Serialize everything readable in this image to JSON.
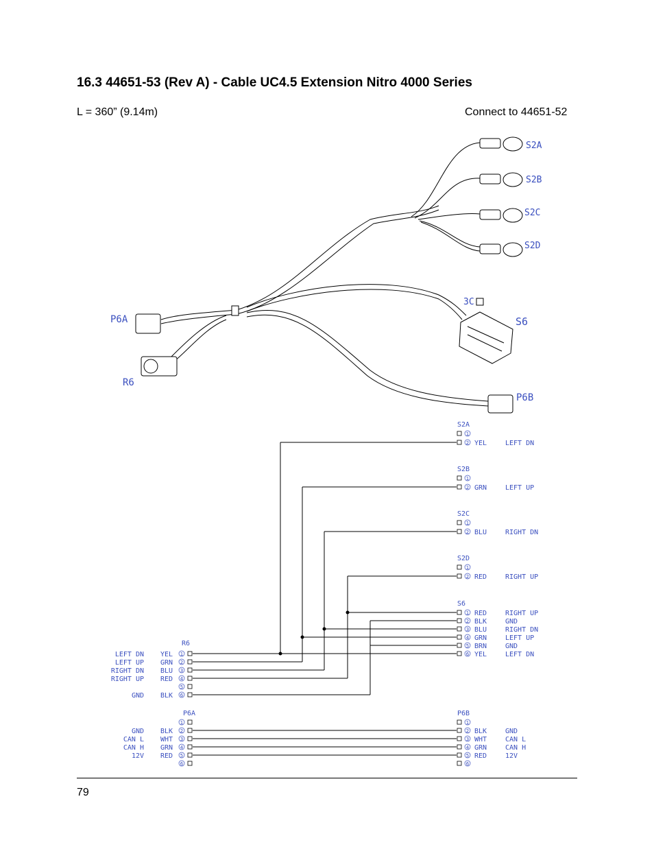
{
  "section": {
    "title": "16.3  44651-53 (Rev A) - Cable UC4.5 Extension Nitro 4000 Series"
  },
  "spec": {
    "length": "L = 360” (9.14m)",
    "connect_to": "Connect to 44651-52"
  },
  "harness": {
    "labels": [
      "S2A",
      "S2B",
      "S2C",
      "S2D",
      "S6",
      "3C",
      "P6A",
      "R6",
      "P6B"
    ]
  },
  "schematic": {
    "receivers": [
      {
        "id": "S2A",
        "pins": [
          {
            "n": "1",
            "color": "",
            "signal": ""
          },
          {
            "n": "2",
            "color": "YEL",
            "signal": "LEFT DN"
          }
        ]
      },
      {
        "id": "S2B",
        "pins": [
          {
            "n": "1",
            "color": "",
            "signal": ""
          },
          {
            "n": "2",
            "color": "GRN",
            "signal": "LEFT UP"
          }
        ]
      },
      {
        "id": "S2C",
        "pins": [
          {
            "n": "1",
            "color": "",
            "signal": ""
          },
          {
            "n": "2",
            "color": "BLU",
            "signal": "RIGHT DN"
          }
        ]
      },
      {
        "id": "S2D",
        "pins": [
          {
            "n": "1",
            "color": "",
            "signal": ""
          },
          {
            "n": "2",
            "color": "RED",
            "signal": "RIGHT UP"
          }
        ]
      }
    ],
    "s6": {
      "id": "S6",
      "pins": [
        {
          "n": "1",
          "color": "RED",
          "signal": "RIGHT UP"
        },
        {
          "n": "2",
          "color": "BLK",
          "signal": "GND"
        },
        {
          "n": "3",
          "color": "BLU",
          "signal": "RIGHT DN"
        },
        {
          "n": "4",
          "color": "GRN",
          "signal": "LEFT UP"
        },
        {
          "n": "5",
          "color": "BRN",
          "signal": "GND"
        },
        {
          "n": "6",
          "color": "YEL",
          "signal": "LEFT DN"
        }
      ]
    },
    "r6": {
      "id": "R6",
      "pins": [
        {
          "n": "1",
          "color": "YEL",
          "signal": "LEFT DN"
        },
        {
          "n": "2",
          "color": "GRN",
          "signal": "LEFT UP"
        },
        {
          "n": "3",
          "color": "BLU",
          "signal": "RIGHT DN"
        },
        {
          "n": "4",
          "color": "RED",
          "signal": "RIGHT UP"
        },
        {
          "n": "5",
          "color": "",
          "signal": ""
        },
        {
          "n": "6",
          "color": "BLK",
          "signal": "GND"
        }
      ]
    },
    "p6a": {
      "id": "P6A",
      "pins": [
        {
          "n": "1",
          "color": "",
          "signal": ""
        },
        {
          "n": "2",
          "color": "BLK",
          "signal": "GND"
        },
        {
          "n": "3",
          "color": "WHT",
          "signal": "CAN L"
        },
        {
          "n": "4",
          "color": "GRN",
          "signal": "CAN H"
        },
        {
          "n": "5",
          "color": "RED",
          "signal": "12V"
        },
        {
          "n": "6",
          "color": "",
          "signal": ""
        }
      ]
    },
    "p6b": {
      "id": "P6B",
      "pins": [
        {
          "n": "1",
          "color": "",
          "signal": ""
        },
        {
          "n": "2",
          "color": "BLK",
          "signal": "GND"
        },
        {
          "n": "3",
          "color": "WHT",
          "signal": "CAN L"
        },
        {
          "n": "4",
          "color": "GRN",
          "signal": "CAN H"
        },
        {
          "n": "5",
          "color": "RED",
          "signal": "12V"
        },
        {
          "n": "6",
          "color": "",
          "signal": ""
        }
      ]
    }
  },
  "page": {
    "number": "79"
  },
  "colors": {
    "schematic_text": "#3a4fbf",
    "lines": "#000000"
  }
}
